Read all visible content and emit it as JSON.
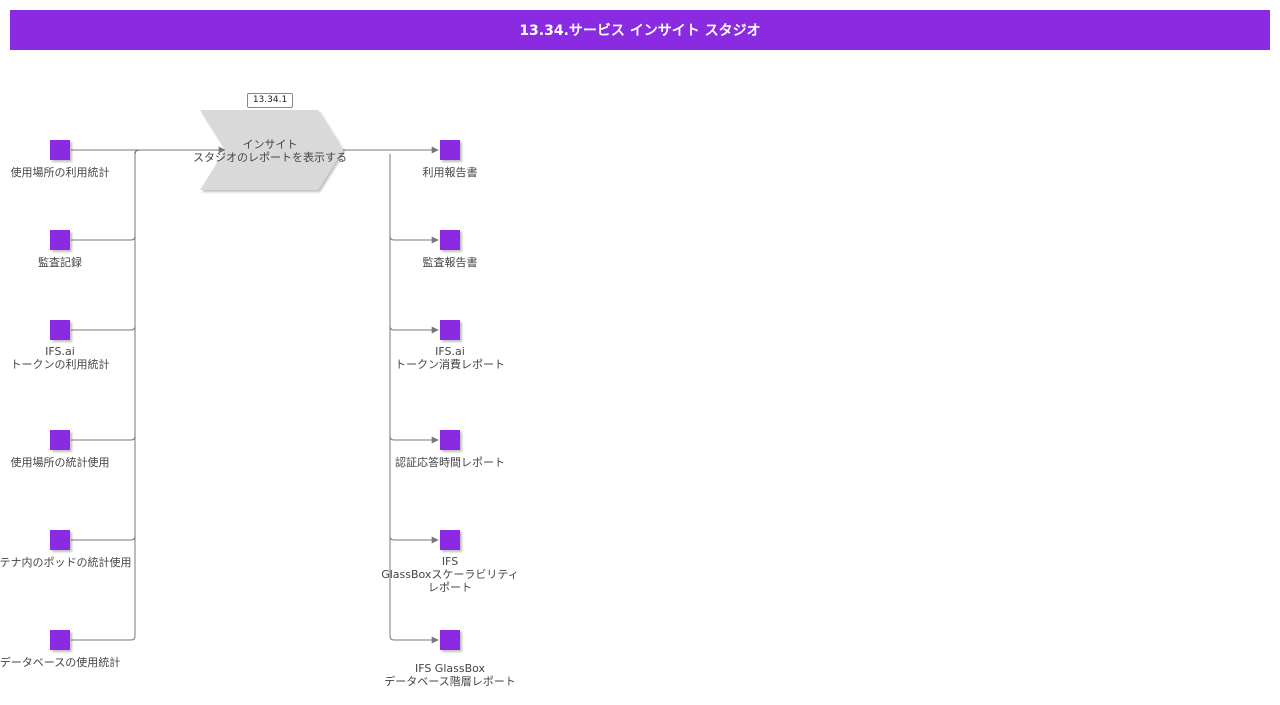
{
  "header": {
    "title": "13.34.サービス インサイト スタジオ"
  },
  "process": {
    "id": "13.34.1",
    "lines": [
      "インサイト",
      "スタジオのレポートを表示する"
    ]
  },
  "inputs": [
    {
      "lines": [
        "使用場所の利用統計"
      ]
    },
    {
      "lines": [
        "監査記録"
      ]
    },
    {
      "lines": [
        "IFS.ai",
        "トークンの利用統計"
      ]
    },
    {
      "lines": [
        "使用場所の統計使用"
      ]
    },
    {
      "lines": [
        "ンテナ内のポッドの統計使用"
      ]
    },
    {
      "lines": [
        "データベースの使用統計"
      ]
    }
  ],
  "outputs": [
    {
      "lines": [
        "利用報告書"
      ]
    },
    {
      "lines": [
        "監査報告書"
      ]
    },
    {
      "lines": [
        "IFS.ai",
        "トークン消費レポート"
      ]
    },
    {
      "lines": [
        "認証応答時間レポート"
      ]
    },
    {
      "lines": [
        "IFS",
        "GlassBoxスケーラビリティ",
        "レポート"
      ]
    },
    {
      "lines": [
        "IFS GlassBox",
        "データベース階層レポート"
      ]
    }
  ],
  "colors": {
    "accent": "#8a2be2",
    "process_fill": "#d9d9d9",
    "connector": "#777777"
  }
}
